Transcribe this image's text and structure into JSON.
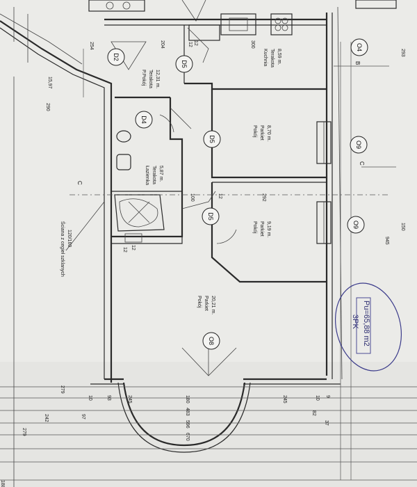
{
  "rooms": [
    {
      "id": "p-pokoj-terakota",
      "name": "P.Pokój",
      "floor": "Terakota",
      "area": "12,31 m."
    },
    {
      "id": "kuchnia",
      "name": "Kuchnia",
      "floor": "Terakota",
      "area": "8,59 m."
    },
    {
      "id": "lazienka",
      "name": "Łazienka",
      "floor": "Terakota",
      "area": "5,87 m."
    },
    {
      "id": "pokoj-parkiet-1",
      "name": "Pokój",
      "floor": "Parkiet",
      "area": "8,70 m."
    },
    {
      "id": "pokoj-parkiet-2",
      "name": "Pokój",
      "floor": "Parkiet",
      "area": "9,19 m."
    },
    {
      "id": "pokoj-parkiet-3",
      "name": "Pokój",
      "floor": "Parkiet",
      "area": "20,21 m."
    }
  ],
  "door_tags": [
    "D2",
    "D5",
    "D4",
    "D5",
    "D5",
    "O8",
    "O9",
    "O9",
    "O4"
  ],
  "wall_note": {
    "line1": "Ściana z cegieł szklanych",
    "line2": "120/160"
  },
  "section_marks": {
    "a": "C",
    "b": "C",
    "c": "B"
  },
  "dimensions": {
    "top": [
      "254",
      "204",
      "12",
      "300",
      "15,97"
    ],
    "left": [
      "290"
    ],
    "mid": [
      "100",
      "12",
      "292",
      "12",
      "12"
    ],
    "bottom": [
      "279",
      "10",
      "93",
      "245",
      "180",
      "245",
      "10",
      "9"
    ],
    "bottom2": [
      "97",
      "483",
      "82",
      "37"
    ],
    "bottom3": [
      "242",
      "596",
      "279"
    ],
    "bottom4": [
      "670",
      "188"
    ],
    "right": [
      "293",
      "150",
      "945"
    ],
    "misc": [
      "12"
    ]
  },
  "stamp": {
    "type": "3PK",
    "area": "Pu=65,88 m2"
  }
}
